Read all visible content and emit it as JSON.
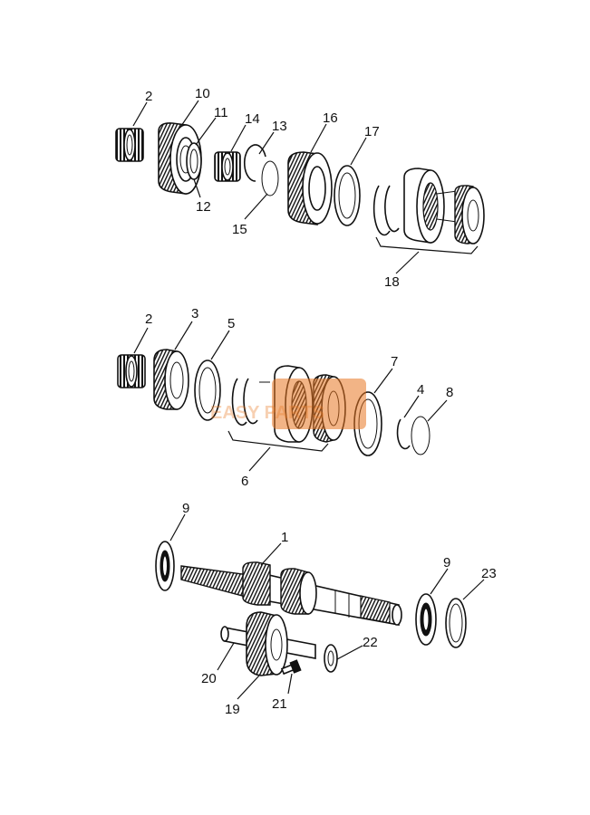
{
  "colors": {
    "line": "#111111",
    "background": "#ffffff",
    "watermark": "#e87722"
  },
  "watermark": {
    "text": "EASY PARTS"
  },
  "callouts": {
    "c2a": "2",
    "c10": "10",
    "c11": "11",
    "c14": "14",
    "c13": "13",
    "c16": "16",
    "c17": "17",
    "c12": "12",
    "c15": "15",
    "c18": "18",
    "c2b": "2",
    "c3": "3",
    "c5": "5",
    "c7": "7",
    "c4": "4",
    "c8": "8",
    "c6": "6",
    "c9a": "9",
    "c1": "1",
    "c9b": "9",
    "c23": "23",
    "c22": "22",
    "c20": "20",
    "c21": "21",
    "c19": "19"
  }
}
